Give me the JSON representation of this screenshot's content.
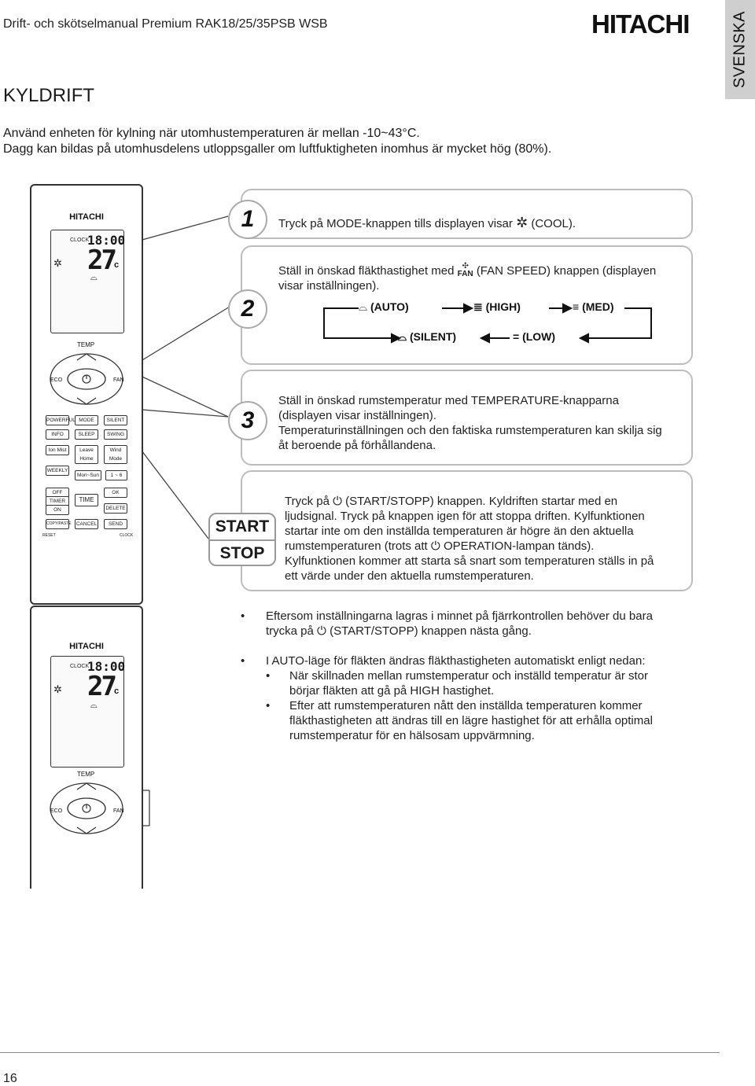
{
  "header": {
    "title": "Drift- och skötselmanual Premium RAK18/25/35PSB WSB",
    "brand": "HITACHI",
    "language_tab": "SVENSKA"
  },
  "section": {
    "title": "KYLDRIFT",
    "intro_1": "Använd enheten för kylning när utomhustemperaturen är mellan  -10~43°C.",
    "intro_2": "Dagg kan bildas på utomhusdelens utloppsgaller om luftfuktigheten inomhus är mycket hög (80%)."
  },
  "remote": {
    "brand": "HITACHI",
    "clock_label": "CLOCK",
    "time": "18:00",
    "temp": "27",
    "unit": "c",
    "temp_label": "TEMP",
    "eco_label": "ECO",
    "fan_label": "FAN",
    "buttons": [
      "POWERFUL",
      "MODE",
      "SILENT",
      "INFO",
      "SLEEP",
      "SWING",
      "Ion Mist",
      "Leave Home",
      "Wind Mode",
      "WEEKLY",
      "Mon~Sun",
      "1 ~ 6",
      "OFF",
      "TIMER",
      "TIME",
      "OK",
      "ON",
      "DELETE",
      "COPY/PASTE",
      "CANCEL",
      "SEND"
    ],
    "reset": "RESET",
    "clock": "CLOCK"
  },
  "steps": {
    "s1": {
      "number": "1",
      "text_a": "Tryck på MODE-knappen tills displayen visar",
      "text_b": "(COOL)."
    },
    "s2": {
      "number": "2",
      "text_a": "Ställ in önskad fläkthastighet med",
      "fan_icon_label": "FAN",
      "text_b": "(FAN SPEED) knappen (displayen",
      "text_c": "visar inställningen).",
      "flow": [
        "(AUTO)",
        "(HIGH)",
        "(MED)",
        "(SILENT)",
        "(LOW)"
      ]
    },
    "s3": {
      "number": "3",
      "line_1": "Ställ in önskad rumstemperatur med TEMPERATURE-knapparna",
      "line_2": "(displayen visar inställningen).",
      "line_3": "Temperaturinställningen och den faktiska rumstemperaturen kan skilja sig",
      "line_4": "åt beroende på förhållandena."
    },
    "s4": {
      "start": "START",
      "stop": "STOP",
      "line_1a": "Tryck på",
      "line_1b": "(START/STOPP) knappen. Kyldriften startar med en",
      "line_2": "ljudsignal. Tryck på knappen igen för att stoppa driften. Kylfunktionen",
      "line_3": "startar inte om den inställda temperaturen är högre än den aktuella",
      "line_4a": "rumstemperaturen (trots att",
      "line_4b": "OPERATION-lampan tänds).",
      "line_5": "Kylfunktionen kommer att starta så snart som temperaturen ställs in på",
      "line_6": "ett värde under den aktuella rumstemperaturen."
    }
  },
  "bullets": {
    "b1_line1": "Eftersom inställningarna lagras i minnet på fjärrkontrollen behöver du bara",
    "b1_line2a": "trycka på",
    "b1_line2b": "(START/STOPP) knappen nästa gång.",
    "b2_line1": "I AUTO-läge för fläkten ändras fläkthastigheten automatiskt enligt nedan:",
    "sub1_line1": "När skillnaden mellan rumstemperatur och inställd temperatur är stor",
    "sub1_line2": "börjar fläkten att gå på HIGH hastighet.",
    "sub2_line1": "Efter att rumstemperaturen nått den inställda temperaturen kommer",
    "sub2_line2": "fläkthastigheten att ändras till en lägre hastighet för att erhålla optimal",
    "sub2_line3": "rumstemperatur för en hälsosam uppvärmning."
  },
  "footer": {
    "page_number": "16"
  }
}
